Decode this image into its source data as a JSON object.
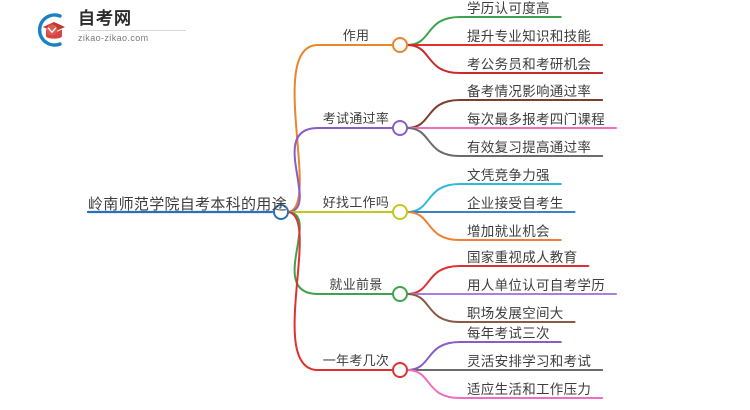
{
  "logo": {
    "title": "自考网",
    "subtitle": "zikao-zikao.com",
    "mark_icon": "graduation-cap-icon",
    "arc_color": "#1b7fc4",
    "cap_color": "#c0392b"
  },
  "mindmap": {
    "root": {
      "label": "岭南师范学院自考本科的用途",
      "color": "#2d6fb5"
    },
    "branches": [
      {
        "label": "作用",
        "color": "#e8862a",
        "leaves": [
          {
            "label": "学历认可度高",
            "color": "#3fa34d"
          },
          {
            "label": "提升专业知识和技能",
            "color": "#e03131"
          },
          {
            "label": "考公务员和考研机会",
            "color": "#c92a2a"
          }
        ]
      },
      {
        "label": "考试通过率",
        "color": "#8b5cc7",
        "leaves": [
          {
            "label": "备考情况影响通过率",
            "color": "#7b3f2e"
          },
          {
            "label": "每次最多报考四门课程",
            "color": "#f06ec0"
          },
          {
            "label": "有效复习提高通过率",
            "color": "#6b6b6b"
          }
        ]
      },
      {
        "label": "好找工作吗",
        "color": "#c3c820",
        "leaves": [
          {
            "label": "文凭竞争力强",
            "color": "#2fb9da"
          },
          {
            "label": "企业接受自考生",
            "color": "#3b82c4"
          },
          {
            "label": "增加就业机会",
            "color": "#f08030"
          }
        ]
      },
      {
        "label": "就业前景",
        "color": "#3fa34d",
        "leaves": [
          {
            "label": "国家重视成人教育",
            "color": "#e03131"
          },
          {
            "label": "用人单位认可自考学历",
            "color": "#a77fdc"
          },
          {
            "label": "职场发展空间大",
            "color": "#8a5a44"
          }
        ]
      },
      {
        "label": "一年考几次",
        "color": "#e03131",
        "leaves": [
          {
            "label": "每年考试三次",
            "color": "#8b5cc7"
          },
          {
            "label": "灵活安排学习和考试",
            "color": "#6b6b6b"
          },
          {
            "label": "适应生活和工作压力",
            "color": "#f06ec0"
          }
        ]
      }
    ]
  }
}
